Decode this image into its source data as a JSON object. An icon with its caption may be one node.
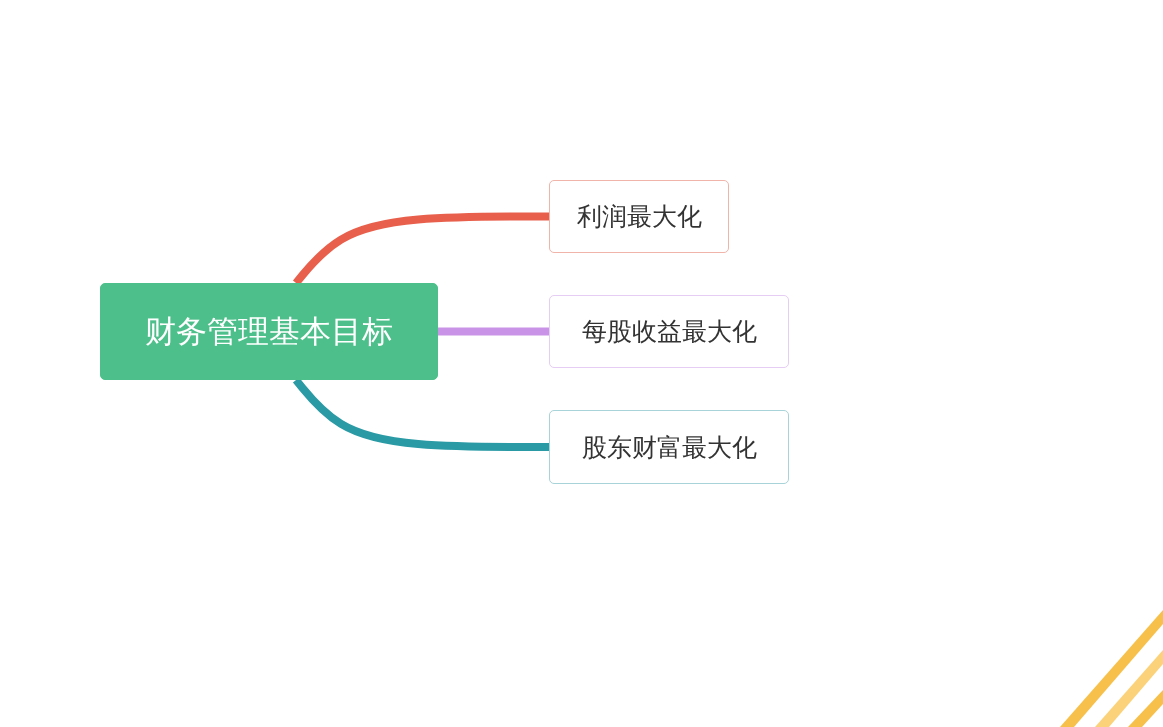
{
  "diagram": {
    "nodes": [
      {
        "text": [
          "财务管理基本目标"
        ]
      },
      {
        "text": [
          "利润最大化"
        ]
      },
      {
        "text": [
          "每股收益最大化"
        ]
      },
      {
        "text": [
          "股东财富最大化"
        ]
      }
    ],
    "edges": [
      {
        "from": 0,
        "to": 1,
        "arrow": "none",
        "color": "#e8604c"
      },
      {
        "from": 0,
        "to": 2,
        "arrow": "none",
        "color": "#c994e8"
      },
      {
        "from": 0,
        "to": 3,
        "arrow": "none",
        "color": "#2a9aa5"
      }
    ]
  }
}
